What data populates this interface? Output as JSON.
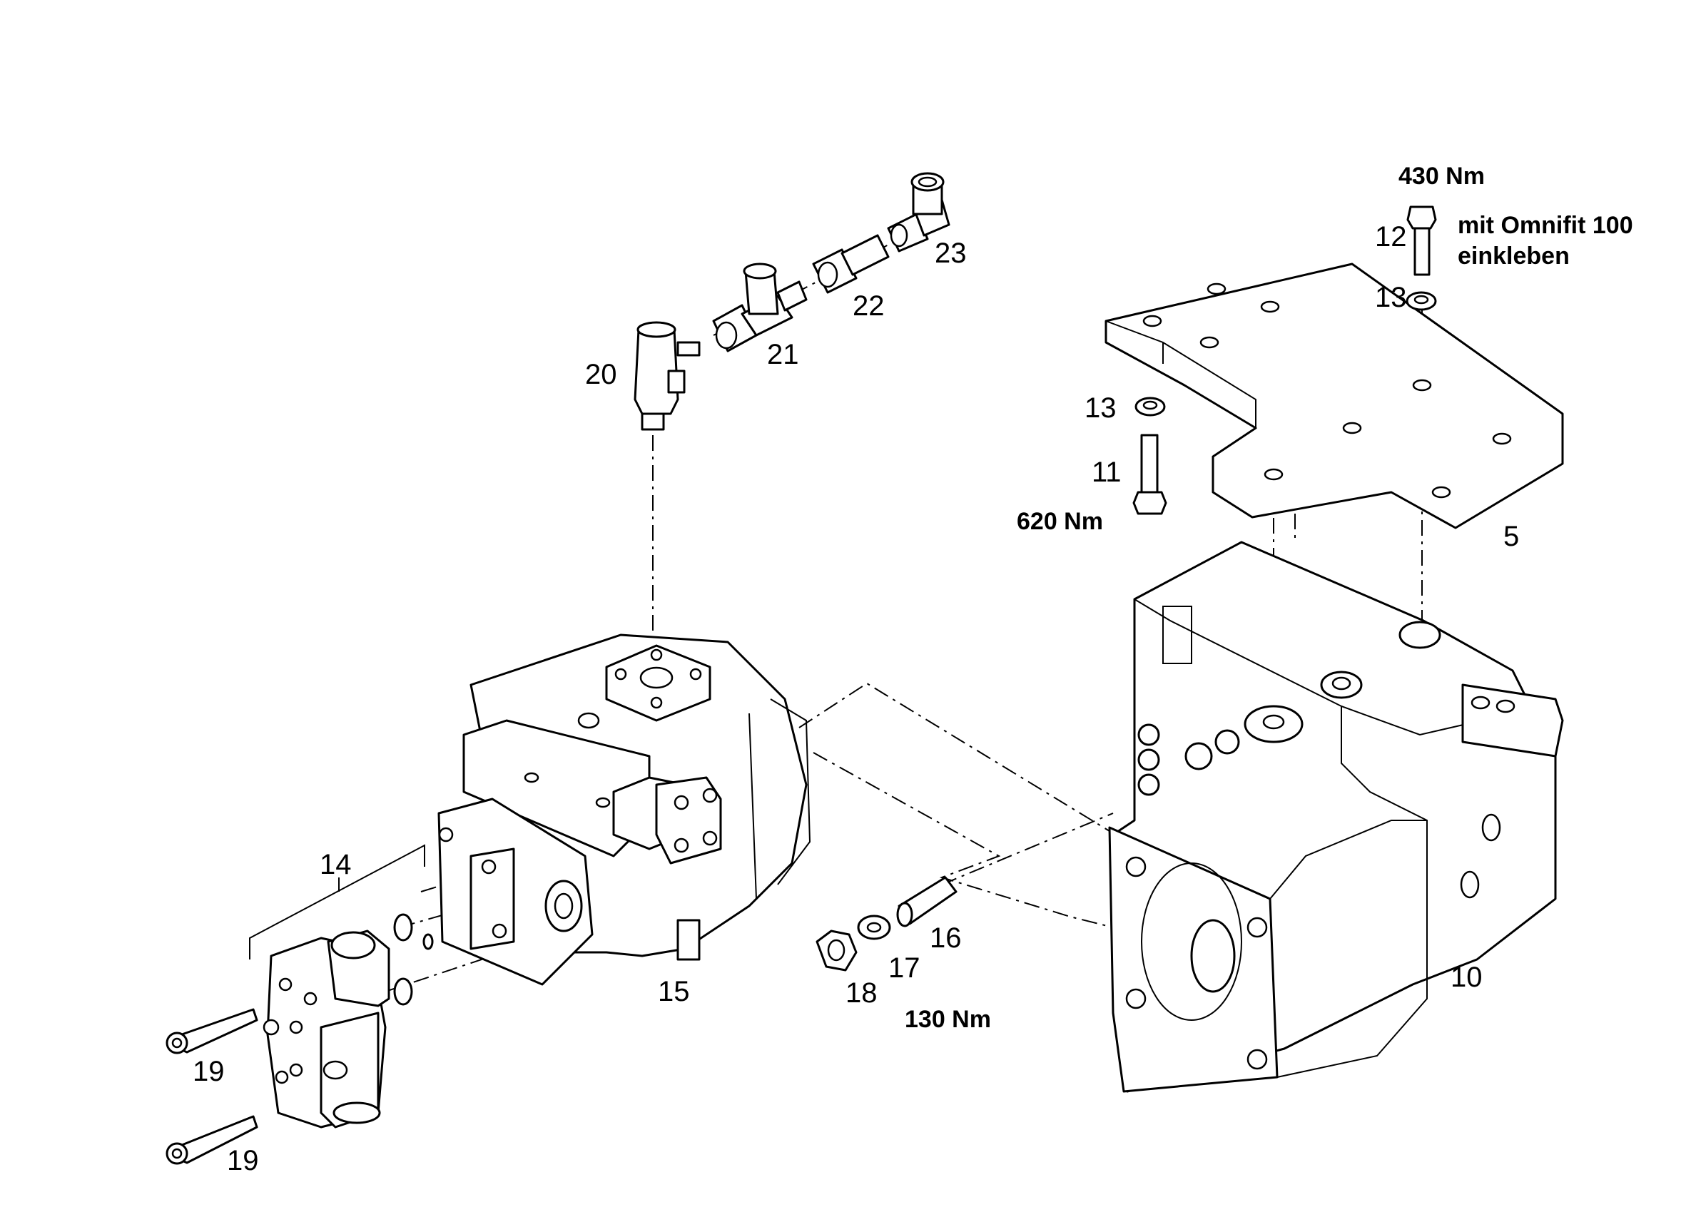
{
  "callouts": {
    "c5": "5",
    "c10": "10",
    "c11": "11",
    "c12": "12",
    "c13a": "13",
    "c13b": "13",
    "c14": "14",
    "c15": "15",
    "c16": "16",
    "c17": "17",
    "c18": "18",
    "c19a": "19",
    "c19b": "19",
    "c20": "20",
    "c21": "21",
    "c22": "22",
    "c23": "23"
  },
  "annotations": {
    "torque_bolt12": "430 Nm",
    "note_line1": "mit Omnifit 100",
    "note_line2": "einkleben",
    "torque_bolt11": "620 Nm",
    "torque_nut18": "130 Nm"
  }
}
